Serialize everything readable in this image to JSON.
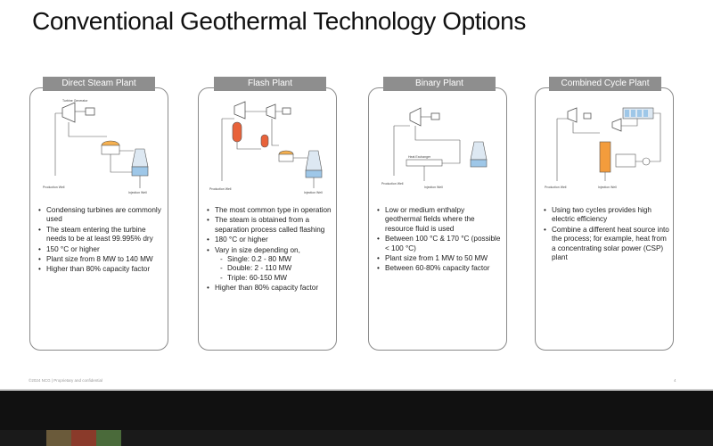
{
  "slide": {
    "title": "Conventional Geothermal Technology Options",
    "footer": "©2024 NCG | Proprietary and confidential",
    "page_number": "4"
  },
  "cards": [
    {
      "header": "Direct Steam Plant",
      "bullets": [
        "Condensing turbines are commonly used",
        "The steam entering the turbine needs to be at least 99.995% dry",
        "150 °C or higher",
        "Plant size from 8 MW to 140 MW",
        "Higher than 80% capacity factor"
      ]
    },
    {
      "header": "Flash Plant",
      "bullets": [
        "The most common type in operation",
        "The steam is obtained from a separation process called flashing",
        "180 °C or higher",
        "Vary in size depending on,"
      ],
      "sub_bullets": [
        "Single: 0.2 - 80 MW",
        "Double: 2 - 110 MW",
        "Triple: 60-150 MW"
      ],
      "after_bullets": [
        "Higher than 80% capacity factor"
      ]
    },
    {
      "header": "Binary Plant",
      "bullets": [
        "Low or medium enthalpy geothermal fields where the resource fluid is used",
        "Between 100 °C & 170 °C (possible < 100 °C)",
        "Plant size from 1 MW to 50 MW",
        "Between 60-80% capacity factor"
      ]
    },
    {
      "header": "Combined Cycle Plant",
      "bullets": [
        "Using two cycles provides high electric efficiency",
        "Combine a different heat source into the process; for example, heat from a concentrating solar power (CSP) plant"
      ]
    }
  ],
  "colors": {
    "header_bg": "#8e8e8e",
    "card_border": "#8a8a8a",
    "separator_orange": "#e8623a",
    "tank_orange": "#f39c3c",
    "cooling_blue": "#9ec7e8"
  }
}
